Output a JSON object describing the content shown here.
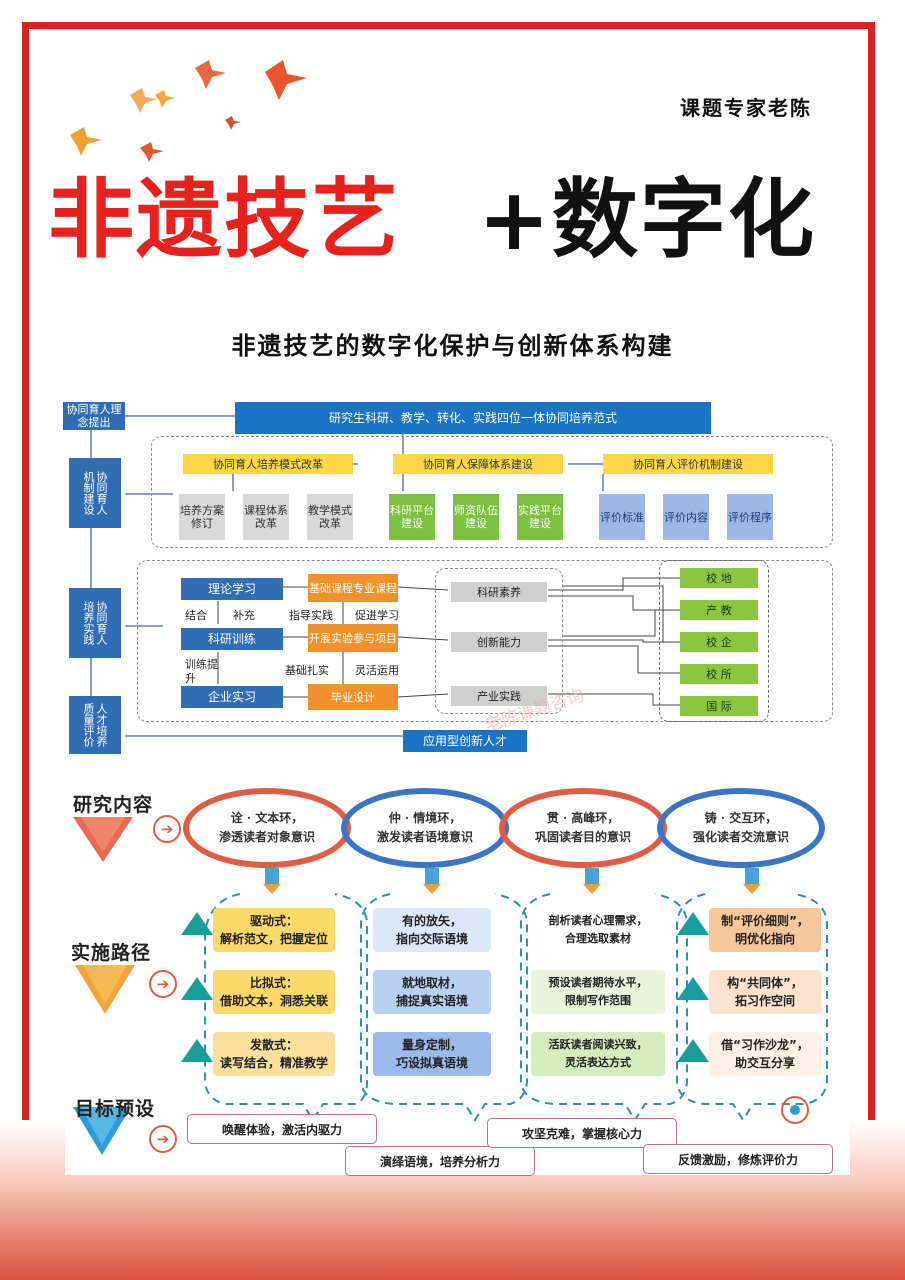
{
  "author": "课题专家老陈",
  "title": {
    "part1": "非遗技艺",
    "part2": "+数字化"
  },
  "subtitle": "非遗技艺的数字化保护与创新体系构建",
  "flow": {
    "left_labels": [
      "协同育人理念提出",
      "机制建设",
      "协同育人",
      "培养实践",
      "协同育人",
      "质量评价",
      "人才培养"
    ],
    "top_bar": "研究生科研、教学、转化、实践四位一体协同培养范式",
    "mechanisms": [
      "协同育人培养模式改革",
      "协同育人保障体系建设",
      "协同育人评价机制建设"
    ],
    "sub_items": [
      "培养方案修订",
      "课程体系改革",
      "教学模式改革",
      "科研平台建设",
      "师资队伍建设",
      "实践平台建设",
      "评价标准",
      "评价内容",
      "评价程序"
    ],
    "practice_left": [
      "理论学习",
      "科研训练",
      "企业实习"
    ],
    "practice_mid": [
      "基础课程专业课程",
      "开展实验参与项目",
      "毕业设计"
    ],
    "practice_labels": [
      "结合",
      "补充",
      "指导实践",
      "促进学习",
      "训练提升",
      "基础扎实",
      "灵活运用"
    ],
    "abilities": [
      "科研素养",
      "创新能力",
      "产业实践"
    ],
    "partners": [
      "校 地",
      "产 教",
      "校 企",
      "校 所",
      "国 际"
    ],
    "bottom_bar": "应用型创新人才"
  },
  "research": {
    "row_labels": [
      "研究内容",
      "实施路径",
      "目标预设"
    ],
    "rings": [
      {
        "line1": "诠 · 文本环，",
        "line2": "渗透读者对象意识"
      },
      {
        "line1": "仲 · 情境环，",
        "line2": "激发读者语境意识"
      },
      {
        "line1": "贯 · 高峰环，",
        "line2": "巩固读者目的意识"
      },
      {
        "line1": "铸 · 交互环，",
        "line2": "强化读者交流意识"
      }
    ],
    "col1": [
      {
        "line1": "驱动式：",
        "line2": "解析范文，把握定位"
      },
      {
        "line1": "比拟式：",
        "line2": "借助文本，洞悉关联"
      },
      {
        "line1": "发散式：",
        "line2": "读写结合，精准教学"
      }
    ],
    "col2": [
      {
        "line1": "有的放矢，",
        "line2": "指向交际语境"
      },
      {
        "line1": "就地取材，",
        "line2": "捕捉真实语境"
      },
      {
        "line1": "量身定制，",
        "line2": "巧设拟真语境"
      }
    ],
    "col3": [
      {
        "line1": "剖析读者心理需求，",
        "line2": "合理选取素材"
      },
      {
        "line1": "预设读者期待水平，",
        "line2": "限制写作范围"
      },
      {
        "line1": "活跃读者阅读兴致，",
        "line2": "灵活表达方式"
      }
    ],
    "col4": [
      {
        "line1": "制“评价细则”，",
        "line2": "明优化指向"
      },
      {
        "line1": "构“共同体”，",
        "line2": "拓习作空间"
      },
      {
        "line1": "借“习作沙龙”，",
        "line2": "助交互分享"
      }
    ],
    "goals": [
      "唤醒体验，激活内驱力",
      "演绎语境，培养分析力",
      "攻坚克难，掌握核心力",
      "反馈激励，修炼评价力"
    ]
  },
  "watermark": "老陈课题咨询",
  "colors": {
    "red": "#e8211c",
    "blue": "#1a74c6",
    "ring_red": "#e05d45",
    "ring_blue": "#3b74c2"
  }
}
